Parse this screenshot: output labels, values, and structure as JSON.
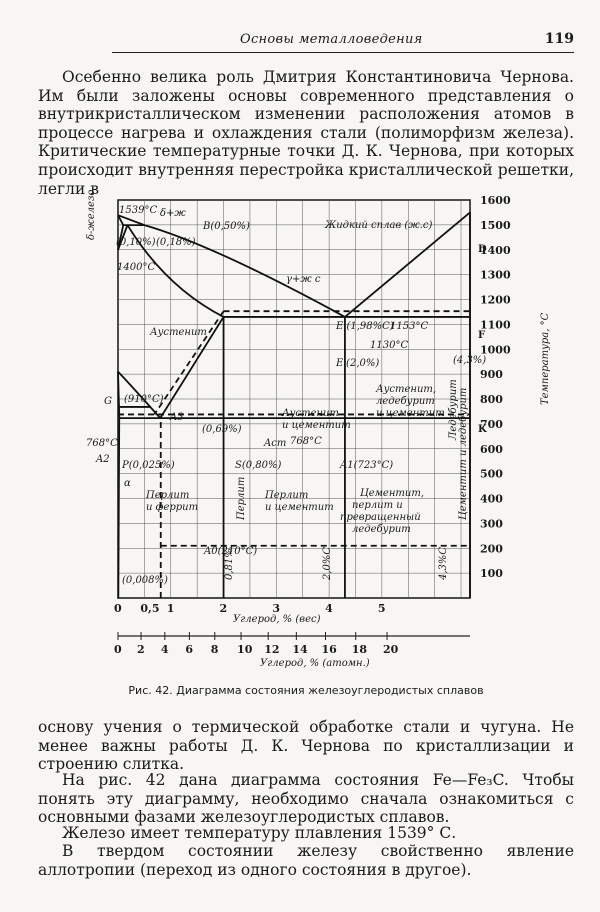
{
  "header": {
    "title": "Основы металловедения",
    "page_number": "119"
  },
  "paragraphs": {
    "intro": "Осебенно велика роль Дмитрия Константиновича Чернова. Им были заложены основы современного представления о внутрикристаллическом изменении расположения атомов в процессе нагрева и охлаждения стали (полиморфизм железа). Критические температурные точки Д. К. Чернова, при которых происходит внутренняя перестройка кристаллической решетки, легли в",
    "cont": "основу учения о термической обработке стали и чугуна. Не менее важны работы Д. К. Чернова по кристаллизации и строению слитка.",
    "fig_ref": "На рис. 42 дана диаграмма состояния Fe—Fe₃C. Чтобы понять эту диаграмму, необходимо сначала ознакомиться с основными фазами железоуглеродистых сплавов.",
    "melting": "Железо имеет температуру плавления 1539° С.",
    "allotropy": "В твердом состоянии железу свойственно явление аллотропии (переход из одного состояния в другое)."
  },
  "figure": {
    "caption": "Рис. 42. Диаграмма состояния железоуглеродистых сплавов"
  },
  "chart_data": {
    "type": "diagram",
    "title": "",
    "xlabel": "Углерод, % (вес)",
    "xlabel_atomic": "Углерод, % (атомн.)",
    "ylabel": "Температура, °C",
    "left_axis_label": "δ-железо",
    "xlim": [
      0,
      6.67
    ],
    "ylim": [
      0,
      1600
    ],
    "x_ticks": [
      "0",
      "0,5",
      "1",
      "2",
      "3",
      "4",
      "5"
    ],
    "x_ticks_atomic": [
      "0",
      "2",
      "4",
      "6",
      "8",
      "10",
      "12",
      "14",
      "16",
      "18",
      "20"
    ],
    "y_ticks": [
      "1600",
      "1500",
      "1400",
      "1300",
      "1200",
      "1100",
      "1000",
      "900",
      "800",
      "700",
      "600",
      "500",
      "400",
      "300",
      "200",
      "100"
    ],
    "right_points": [
      "D",
      "F",
      "K"
    ],
    "points": {
      "A": {
        "x": 0,
        "y": 1539,
        "label": "1539°C"
      },
      "H": {
        "x": 0.1,
        "y": 1499,
        "label": "(0,10%)"
      },
      "J": {
        "x": 0.18,
        "y": 1499,
        "label": "(0,18%)"
      },
      "B": {
        "x": 0.5,
        "y": 1499,
        "label": "B(0,50%)"
      },
      "N": {
        "x": 0,
        "y": 1400,
        "label": "1400°C"
      },
      "G": {
        "x": 0,
        "y": 910,
        "label": "(910°C)"
      },
      "E": {
        "x": 2.0,
        "y": 1130,
        "label": "E (1,98%C)"
      },
      "C": {
        "x": 4.3,
        "y": 1130,
        "label": "1130°C",
        "eutectic": "(4,3%)"
      },
      "E_prime": {
        "x": 2.0,
        "y": 1153,
        "label": "1153°C"
      },
      "E_prime_stable": {
        "x": 2.0,
        "y": 1153,
        "label": "E'(2,0%)"
      },
      "S": {
        "x": 0.8,
        "y": 723,
        "label": "S(0,80%)"
      },
      "S_prime": {
        "x": 0.69,
        "y": 738,
        "label": "(0,69%)"
      },
      "P": {
        "x": 0.025,
        "y": 723,
        "label": "P(0,025%)"
      },
      "Q": {
        "x": 0,
        "y": 0,
        "label": "(0,008%)"
      },
      "D": {
        "x": 6.67,
        "y": 1550
      },
      "F": {
        "x": 6.67,
        "y": 1130
      },
      "K": {
        "x": 6.67,
        "y": 723
      },
      "PSK": {
        "label": "A1(723°C)"
      },
      "curie": {
        "label": "768°C"
      },
      "A2": {
        "label": "A2"
      },
      "A3": {
        "label": "A3"
      },
      "Acm": {
        "label": "Acm"
      },
      "A0": {
        "label": "A0(210°C)"
      },
      "comp_081": {
        "label": "0,81%"
      },
      "comp_20": {
        "label": "2,0%C"
      },
      "comp_43": {
        "label": "4,3%C"
      },
      "delta_eq": {
        "label": "δ+ж"
      },
      "gamma_l": {
        "label": "γ+ж c"
      },
      "alpha": {
        "label": "α"
      }
    },
    "regions": [
      {
        "label": "Жидкий сплав (ж.с)"
      },
      {
        "label": "Аустенит"
      },
      {
        "label": "Аустенит, ледебурит и цементит"
      },
      {
        "label": "Аустенит и цементит"
      },
      {
        "label": "Перлит и феррит"
      },
      {
        "label": "Перлит и цементит"
      },
      {
        "label": "Цементит, перлит и превращенный ледебурит"
      },
      {
        "label": "Цементит и ледебурит"
      },
      {
        "label": "Ледебурит"
      },
      {
        "label": "Перлит"
      },
      {
        "label": "ледебурит"
      }
    ]
  }
}
